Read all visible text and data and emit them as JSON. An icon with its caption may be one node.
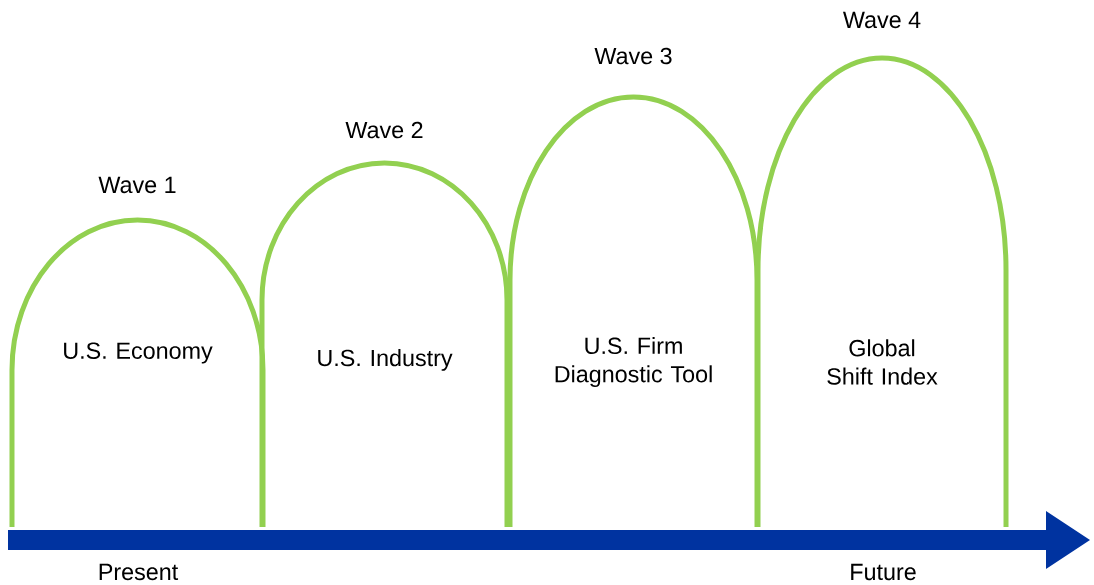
{
  "diagram": {
    "nodes": [
      {
        "text": [
          "Wave 1",
          "U.S. Economy"
        ]
      },
      {
        "text": [
          "Wave 2",
          "U.S. Industry"
        ]
      },
      {
        "text": [
          "Wave 3",
          "U.S. Firm Diagnostic Tool"
        ]
      },
      {
        "text": [
          "Wave 4",
          "Global Shift Index"
        ]
      }
    ],
    "labels": [
      "Present",
      "Future"
    ]
  }
}
